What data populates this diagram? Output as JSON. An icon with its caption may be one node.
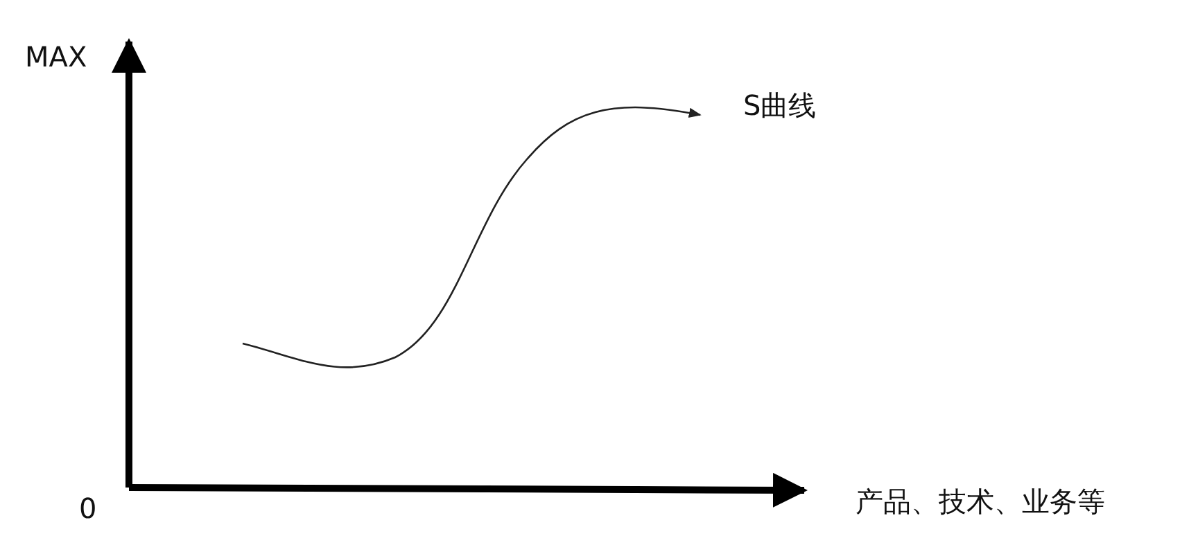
{
  "diagram": {
    "labels": [
      "MAX",
      "S曲线",
      "0",
      "产品、技术、业务等"
    ]
  }
}
